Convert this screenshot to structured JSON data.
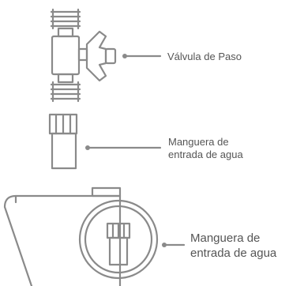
{
  "labels": {
    "valve": "Válvula de Paso",
    "hose_line_1": "Manguera de",
    "hose_line_2": "entrada de agua",
    "hose_detail_line_1": "Manguera de",
    "hose_detail_line_2": "entrada de agua"
  },
  "colors": {
    "stroke": "#8a8a8a",
    "text": "#555555",
    "background": "#ffffff"
  }
}
